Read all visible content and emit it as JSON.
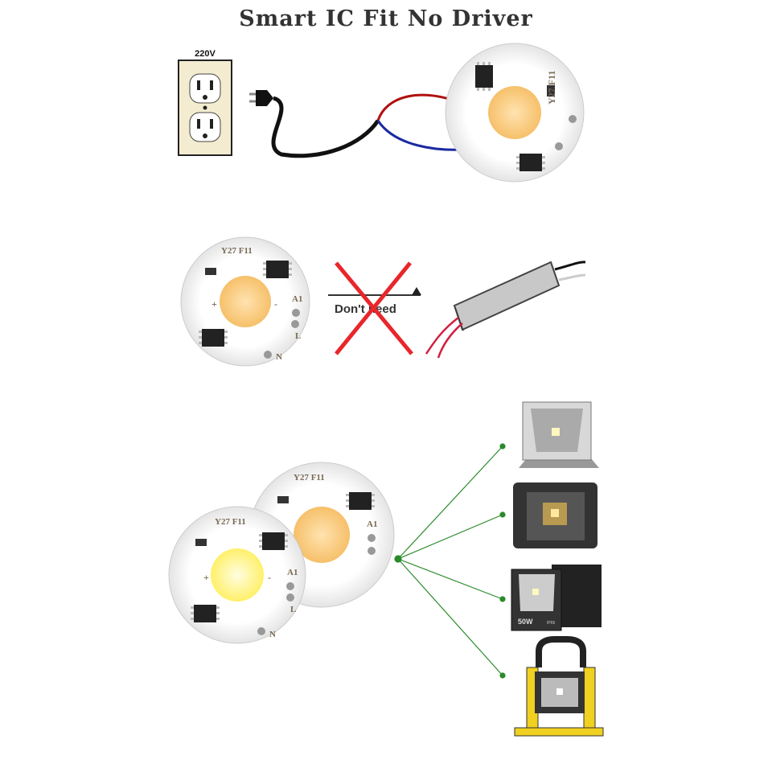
{
  "title": "Smart IC Fit No Driver",
  "outlet": {
    "voltage": "220V"
  },
  "chip": {
    "model": "Y27 F11",
    "pin_a1": "A1",
    "pin_l": "L",
    "pin_n": "N",
    "plus": "+",
    "minus": "-"
  },
  "comparison": {
    "label": "Don't need"
  },
  "applications": {
    "floodlight_power": "50W",
    "floodlight_rating": "IP65"
  },
  "colors": {
    "warm_led": "#f9c878",
    "cool_led": "#fff36b",
    "cross": "#e8262b",
    "connector": "#2a8a2a"
  }
}
